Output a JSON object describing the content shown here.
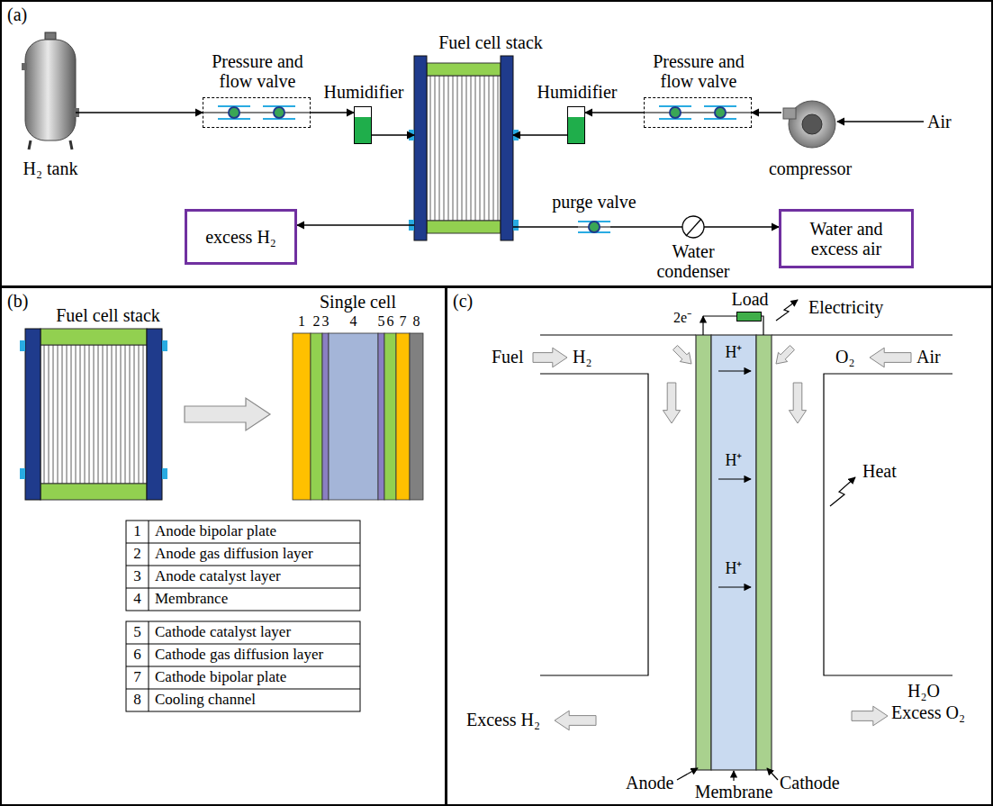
{
  "diagram": {
    "nodes": [
      {
        "text": [
          "(a)"
        ]
      },
      {
        "text": [
          "H₂ tank"
        ],
        "in": 0
      },
      {
        "text": [
          "Pressure and flow valve"
        ],
        "in": 0
      },
      {
        "text": [
          "Humidifier"
        ],
        "in": 0
      },
      {
        "text": [
          "Fuel cell stack"
        ],
        "in": 0
      },
      {
        "text": [
          "Humidifier"
        ],
        "in": 0
      },
      {
        "text": [
          "Pressure and flow valve"
        ],
        "in": 0
      },
      {
        "text": [
          "compressor"
        ],
        "in": 0
      },
      {
        "text": [
          "excess H₂"
        ],
        "in": 0
      },
      {
        "text": [
          "purge valve"
        ],
        "in": 0
      },
      {
        "text": [
          "Water condenser"
        ],
        "in": 0
      },
      {
        "text": [
          "Water and excess air"
        ],
        "in": 0
      },
      {
        "text": [
          "(b)"
        ]
      },
      {
        "text": [
          "Fuel cell stack"
        ],
        "in": 12
      },
      {
        "text": [
          "Single cell"
        ],
        "in": 12
      },
      {
        "text": [
          "(c)"
        ]
      },
      {
        "text": [
          "Load"
        ],
        "in": 15
      }
    ],
    "edges": [
      {
        "from": 1,
        "to": 2,
        "arrow": "to"
      },
      {
        "from": 2,
        "to": 3,
        "arrow": "to"
      },
      {
        "from": 3,
        "to": 4,
        "arrow": "to"
      },
      {
        "from": 7,
        "to": 6,
        "arrow": "to"
      },
      {
        "from": 6,
        "to": 5,
        "arrow": "to"
      },
      {
        "from": 5,
        "to": 4,
        "arrow": "to"
      },
      {
        "from": 4,
        "to": 8,
        "arrow": "to"
      },
      {
        "from": 4,
        "to": 9,
        "arrow": "none"
      },
      {
        "from": 9,
        "to": 10,
        "arrow": "none"
      },
      {
        "from": 10,
        "to": 11,
        "arrow": "to"
      },
      {
        "from": 13,
        "to": 14,
        "arrow": "to"
      }
    ],
    "labels": [
      "Air",
      "1",
      "2",
      "3",
      "4",
      "5",
      "6",
      "7",
      "8",
      "1",
      "Anode bipolar plate",
      "2",
      "Anode gas diffusion layer",
      "3",
      "Anode catalyst layer",
      "4",
      "Membrance",
      "5",
      "Cathode catalyst layer",
      "6",
      "Cathode gas diffusion layer",
      "7",
      "Cathode bipolar plate",
      "8",
      "Cooling channel",
      "2e⁻",
      "Electricity",
      "Fuel",
      "H₂",
      "O₂",
      "Air",
      "H⁺",
      "H⁺",
      "H⁺",
      "Heat",
      "Excess H₂",
      "H₂O",
      "Excess O₂",
      "Anode",
      "Membrane",
      "Cathode"
    ]
  }
}
